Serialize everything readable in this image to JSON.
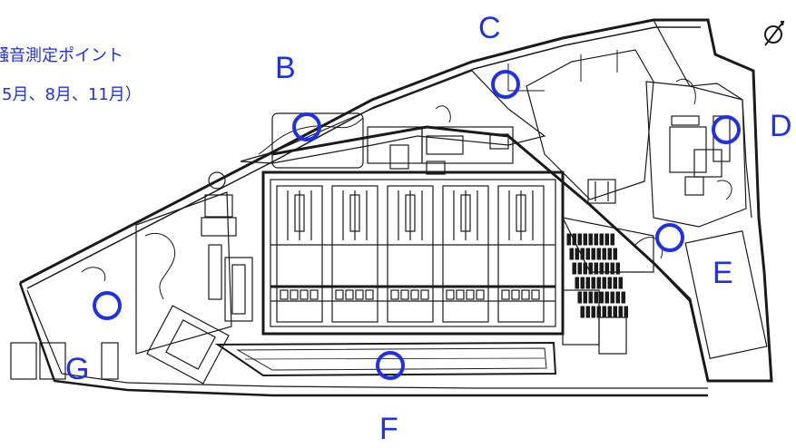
{
  "legend": {
    "title": "騒音測定ポイント",
    "schedule": "5月、8月、11月）"
  },
  "points": [
    {
      "label": "B"
    },
    {
      "label": "C"
    },
    {
      "label": "D"
    },
    {
      "label": "E"
    },
    {
      "label": "F"
    },
    {
      "label": "G"
    }
  ],
  "icons": {
    "north_arrow": "north-arrow-icon"
  },
  "colors": {
    "accent": "#1f30e6",
    "ink": "#1a1a1a",
    "background": "#ffffff"
  }
}
